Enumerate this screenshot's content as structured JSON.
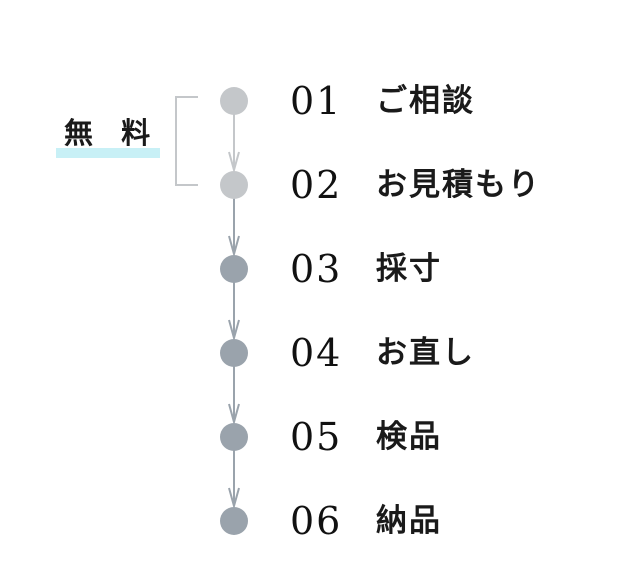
{
  "free_group": {
    "label": "無 料",
    "highlight_color": "#c8f0f6",
    "bracket_color": "#c4c7ca"
  },
  "colors": {
    "free_node": "#c4c7ca",
    "paid_node": "#9aa3ac",
    "free_arrow": "#c4c7ca",
    "paid_arrow": "#9aa3ac"
  },
  "steps": [
    {
      "number": "01",
      "label": "ご相談",
      "free": true
    },
    {
      "number": "02",
      "label": "お見積もり",
      "free": true
    },
    {
      "number": "03",
      "label": "採寸",
      "free": false
    },
    {
      "number": "04",
      "label": "お直し",
      "free": false
    },
    {
      "number": "05",
      "label": "検品",
      "free": false
    },
    {
      "number": "06",
      "label": "納品",
      "free": false
    }
  ]
}
